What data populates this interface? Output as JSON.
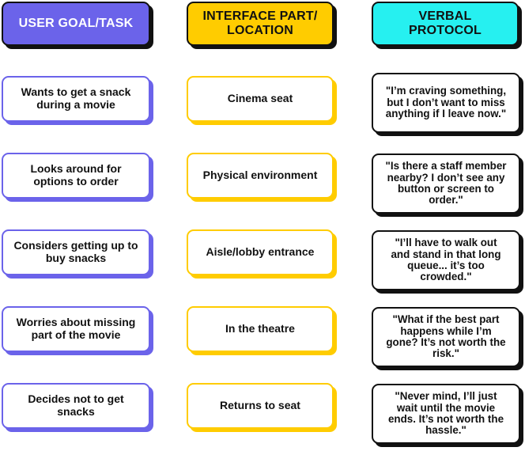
{
  "headers": {
    "user_goal": "USER GOAL/TASK",
    "interface": "INTERFACE PART/ LOCATION",
    "verbal": "VERBAL PROTOCOL"
  },
  "rows": [
    {
      "goal": "Wants to get a snack during a movie",
      "interface": "Cinema seat",
      "verbal": "\"I’m craving something, but I don’t want to miss anything if I leave now.\""
    },
    {
      "goal": "Looks around for options to order",
      "interface": "Physical environment",
      "verbal": "\"Is there a staff member nearby? I don’t see any button or screen to order.\""
    },
    {
      "goal": "Considers getting up to buy snacks",
      "interface": "Aisle/lobby entrance",
      "verbal": "\"I’ll have to walk out and stand in that long queue... it’s too crowded.\""
    },
    {
      "goal": "Worries about missing part of the movie",
      "interface": "In the theatre",
      "verbal": "\"What if the best part happens while I’m gone? It’s not worth the risk.\""
    },
    {
      "goal": "Decides not to get snacks",
      "interface": "Returns to seat",
      "verbal": "\"Never mind, I’ll just wait until the movie ends. It’s not worth the hassle.\""
    }
  ],
  "colors": {
    "user_goal": "#6b63ea",
    "interface": "#ffcc00",
    "verbal": "#26f0f0",
    "border": "#111111"
  }
}
